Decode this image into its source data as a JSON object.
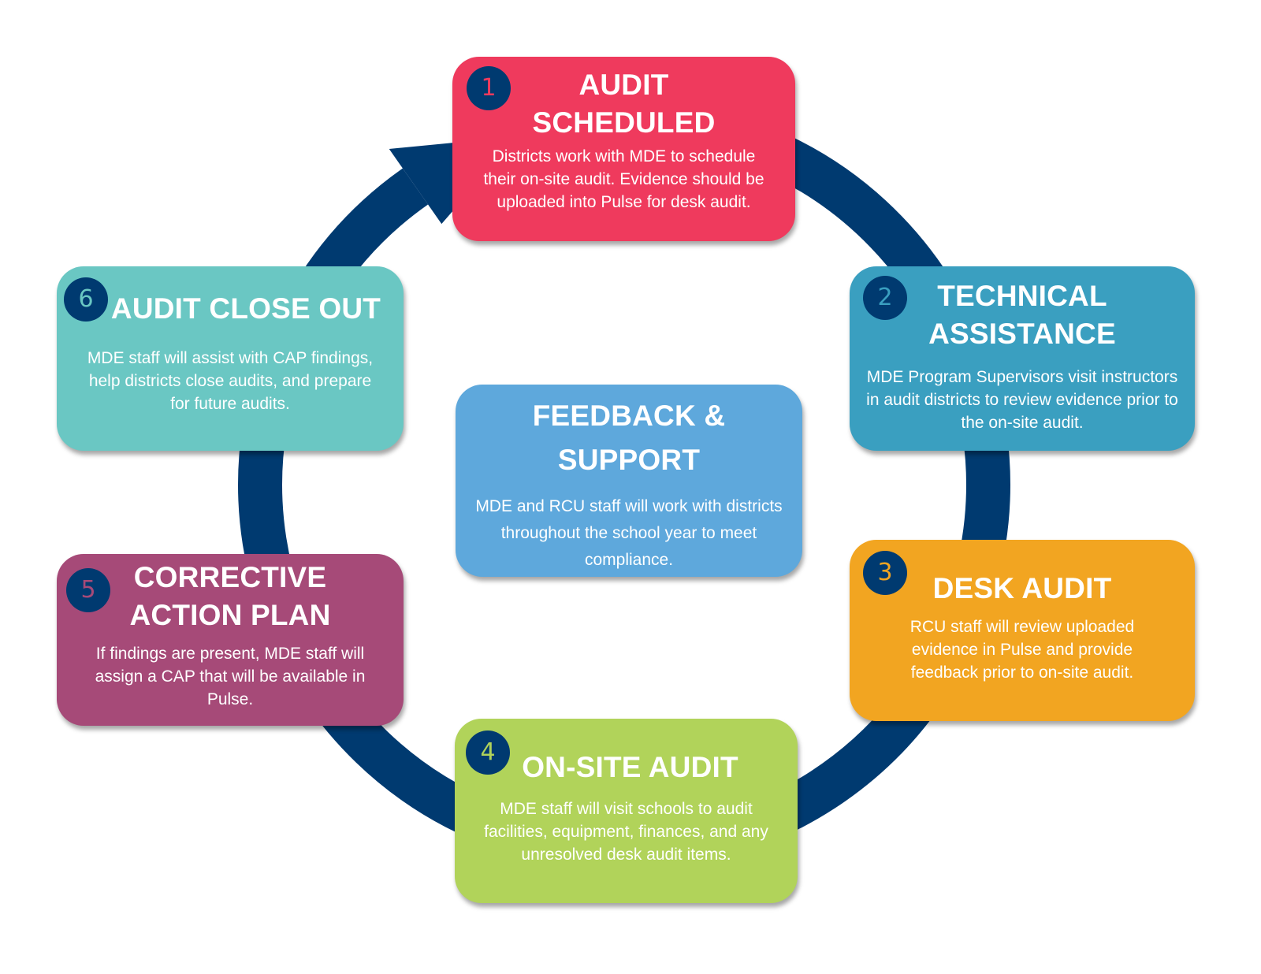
{
  "colors": {
    "ring": "#003A70",
    "badge": "#003A70",
    "step1": "#EF3A5D",
    "step2": "#3A9FC0",
    "step3": "#F2A521",
    "step4": "#B1D35A",
    "step5": "#A64A78",
    "step6": "#6AC7C3",
    "center": "#5EA8DC"
  },
  "steps": [
    {
      "number": "1",
      "title_lines": [
        "AUDIT",
        "SCHEDULED"
      ],
      "description": "Districts work with MDE to schedule their on-site audit. Evidence should be uploaded into Pulse for desk audit."
    },
    {
      "number": "2",
      "title_lines": [
        "TECHNICAL",
        "ASSISTANCE"
      ],
      "description": "MDE Program Supervisors visit instructors in audit districts to review evidence prior to the on-site audit."
    },
    {
      "number": "3",
      "title_lines": [
        "DESK AUDIT"
      ],
      "description": "RCU staff will review uploaded evidence in Pulse and provide feedback prior to on-site audit."
    },
    {
      "number": "4",
      "title_lines": [
        "ON-SITE AUDIT"
      ],
      "description": "MDE staff will visit schools to audit facilities, equipment, finances, and any unresolved desk audit items."
    },
    {
      "number": "5",
      "title_lines": [
        "CORRECTIVE",
        "ACTION PLAN"
      ],
      "description": "If findings are present, MDE staff will assign a CAP that will be available in Pulse."
    },
    {
      "number": "6",
      "title_lines": [
        "AUDIT CLOSE OUT"
      ],
      "description": "MDE staff will assist with CAP findings, help districts close audits, and prepare for future audits."
    }
  ],
  "center": {
    "title_lines": [
      "FEEDBACK &",
      "SUPPORT"
    ],
    "description": "MDE and RCU staff will work with districts throughout the school year to meet compliance."
  },
  "icons": {
    "cycle": "circular-arrow-icon"
  }
}
